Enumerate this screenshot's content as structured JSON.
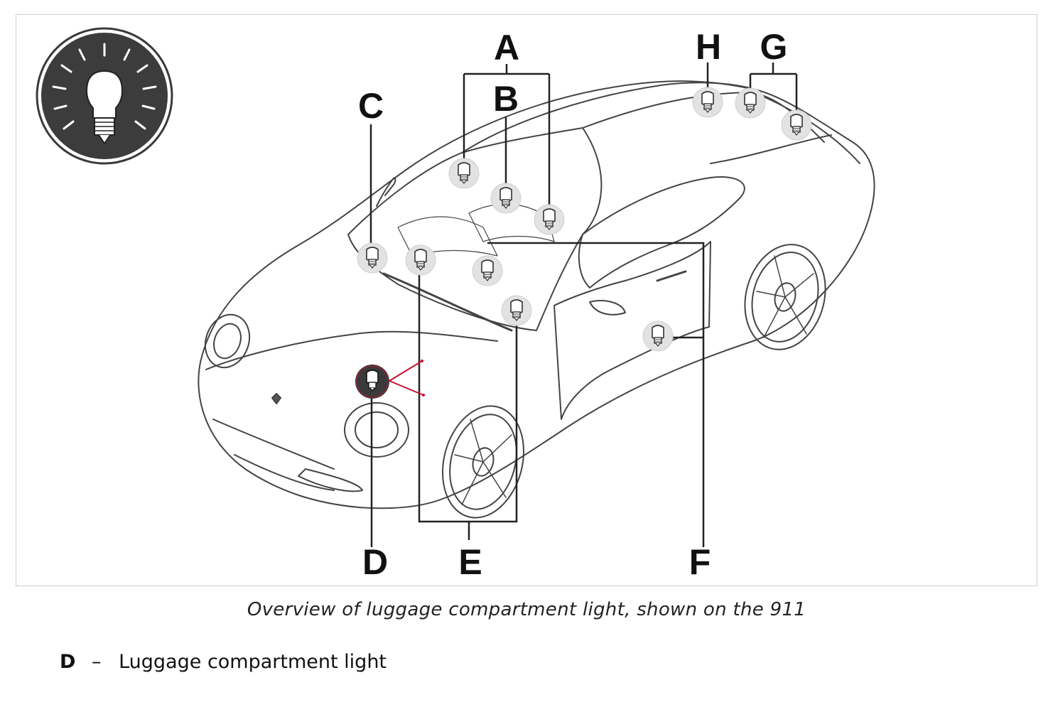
{
  "labels": {
    "A": "A",
    "B": "B",
    "C": "C",
    "D": "D",
    "E": "E",
    "F": "F",
    "G": "G",
    "H": "H"
  },
  "icon": "light-bulb-icon",
  "highlight_color": "#c8102e",
  "caption": "Overview of luggage compartment light, shown on the 911",
  "legend": {
    "key": "D",
    "dash": "–",
    "text": "Luggage compartment light"
  }
}
